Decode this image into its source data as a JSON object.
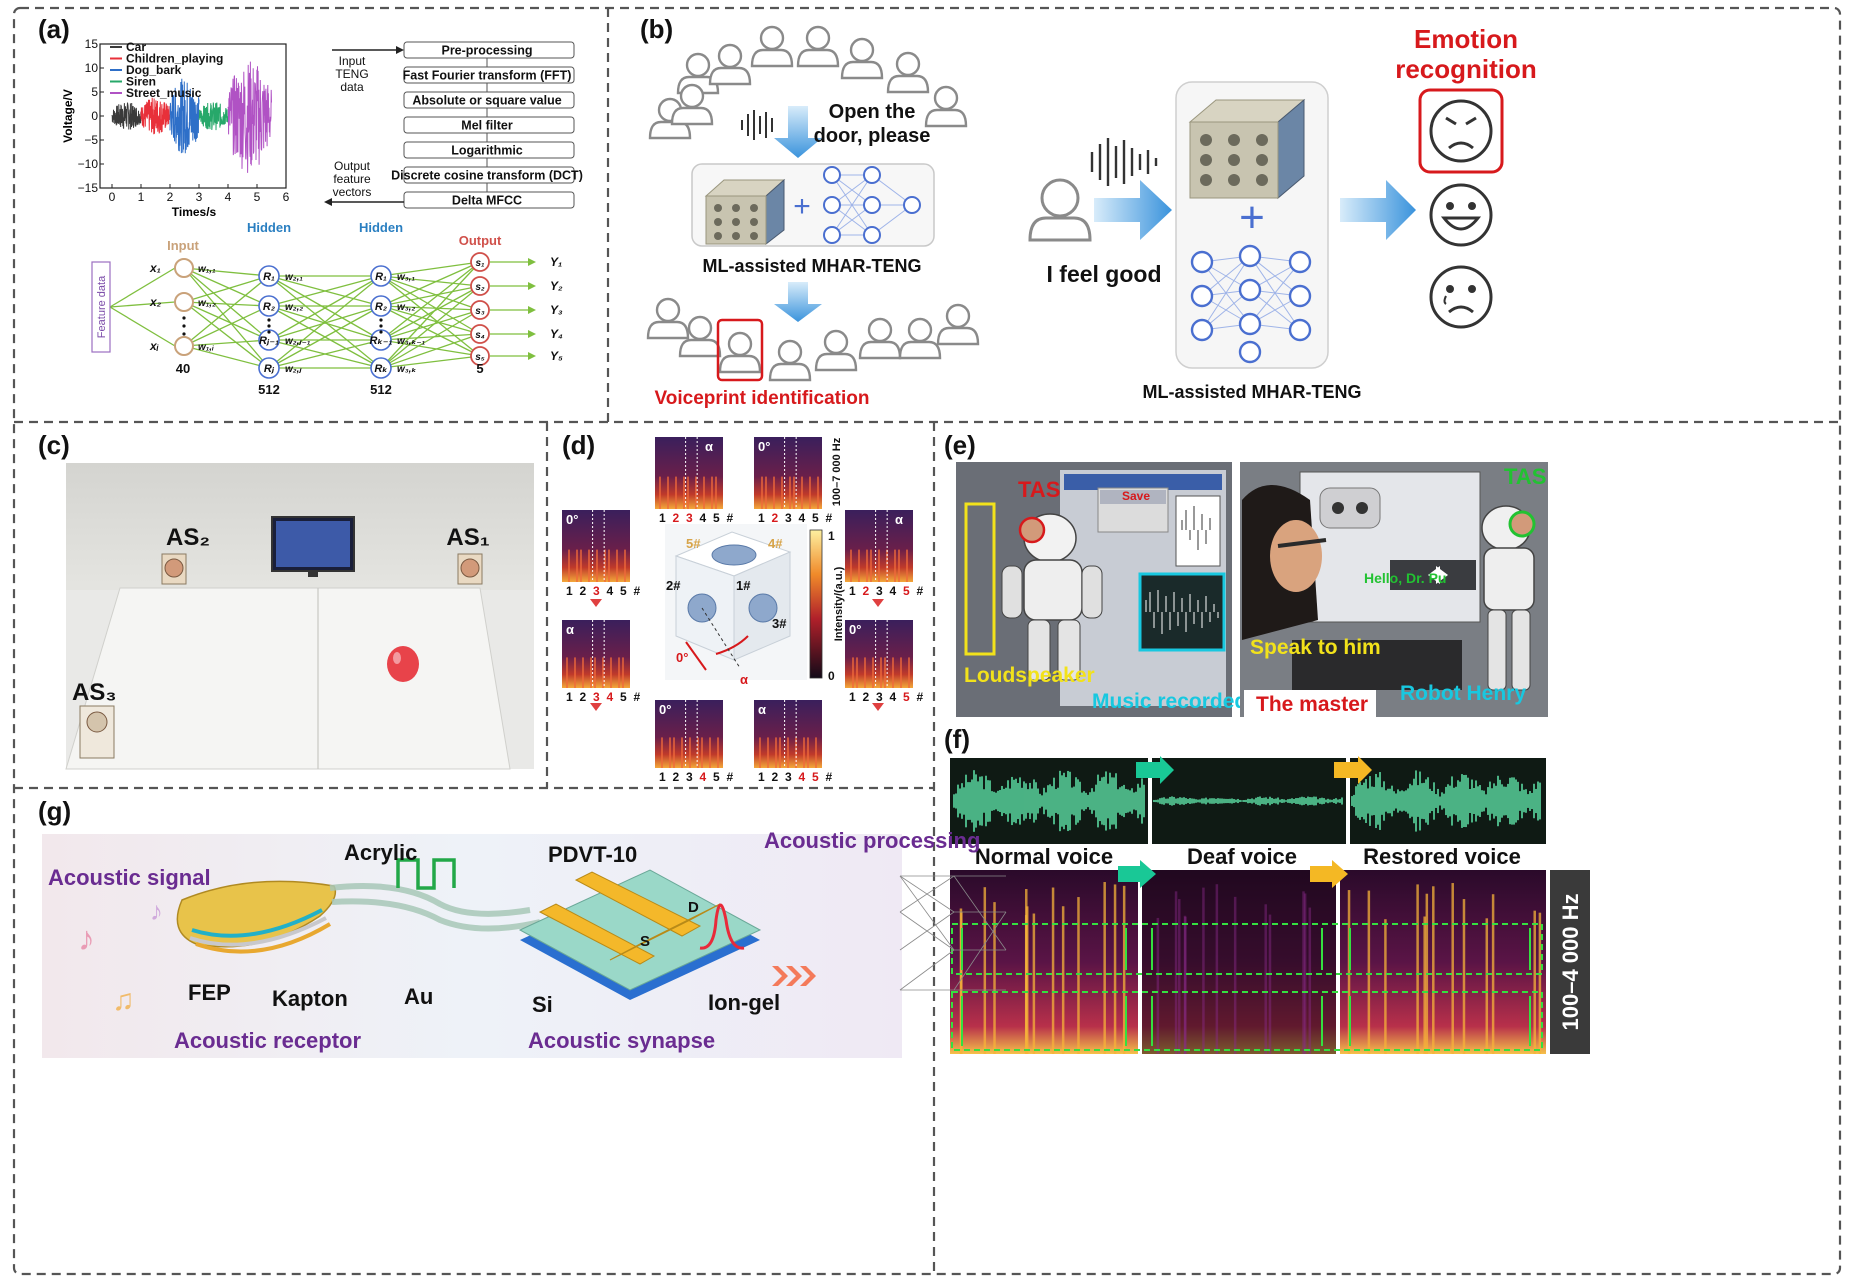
{
  "panels": {
    "a": "(a)",
    "b": "(b)",
    "c": "(c)",
    "d": "(d)",
    "e": "(e)",
    "f": "(f)",
    "g": "(g)"
  },
  "colors": {
    "panel_border": "#555555",
    "red_label": "#d7191c",
    "purple_label": "#6a2c91",
    "blue_header": "#2a7fc1",
    "nn_green": "#7fbf3f",
    "neuron_blue": "#4a6fd0",
    "cyan_label": "#18c8e0",
    "yellow_label": "#f2e21b",
    "green_label": "#22c232"
  },
  "panel_a": {
    "chart_data": {
      "type": "line",
      "x_ticks": [
        "0",
        "1",
        "2",
        "3",
        "4",
        "5",
        "6"
      ],
      "y_ticks": [
        "15",
        "10",
        "5",
        "0",
        "−5",
        "−10",
        "−15"
      ],
      "xlabel": "Times/s",
      "ylabel": "Voltage/V",
      "xlim": [
        0,
        6
      ],
      "ylim": [
        -15,
        15
      ],
      "legend_position": "top-left",
      "series": [
        {
          "name": "Car",
          "x_range": [
            0,
            1
          ],
          "amplitude": 3,
          "color": "#3a3a3a"
        },
        {
          "name": "Children_playing",
          "x_range": [
            1,
            2
          ],
          "amplitude": 4,
          "color": "#e8303a"
        },
        {
          "name": "Dog_bark",
          "x_range": [
            2,
            3
          ],
          "amplitude": 8,
          "color": "#2e6fc8"
        },
        {
          "name": "Siren",
          "x_range": [
            3,
            4
          ],
          "amplitude": 3,
          "color": "#27a86a"
        },
        {
          "name": "Street_music",
          "x_range": [
            4,
            5.5
          ],
          "amplitude": 12,
          "color": "#b052c4"
        }
      ]
    },
    "flow_steps": [
      "Pre-processing",
      "Fast Fourier transform (FFT)",
      "Absolute or square value",
      "Mel filter",
      "Logarithmic",
      "Discrete cosine transform (DCT)",
      "Delta MFCC"
    ],
    "input_note": [
      "Input",
      "TENG",
      "data"
    ],
    "output_note": [
      "Output",
      "feature",
      "vectors"
    ],
    "network": {
      "feature_label": "Feature data",
      "input_label": "Input",
      "hidden1_label": "Hidden",
      "hidden2_label": "Hidden",
      "output_label": "Output",
      "counts": [
        "40",
        "512",
        "512",
        "5"
      ],
      "inputs": [
        "x₁",
        "x₂",
        "xᵢ"
      ],
      "hidden1": [
        "R₁",
        "R₂",
        "Rⱼ₋₁",
        "Rⱼ"
      ],
      "hidden2": [
        "R₁",
        "R₂",
        "Rₖ₋₁",
        "Rₖ"
      ],
      "outputs": [
        "s₁",
        "s₂",
        "s₃",
        "s₄",
        "s₅"
      ],
      "ys": [
        "Y₁",
        "Y₂",
        "Y₃",
        "Y₄",
        "Y₅"
      ],
      "w_in": [
        "w₁,₁",
        "w₁,₂",
        "w₁,ᵢ"
      ],
      "w_h1": [
        "w₂,₁",
        "w₂,₂",
        "w₂,ⱼ₋₁",
        "w₂,ⱼ"
      ],
      "w_h2": [
        "w₃,₁",
        "w₃,₂",
        "w₃,ₖ₋₁",
        "w₃,ₖ"
      ]
    }
  },
  "panel_b": {
    "speech": [
      "Open the",
      "door, please"
    ],
    "device_label": "ML-assisted MHAR-TENG",
    "voiceprint": "Voiceprint identification",
    "feel": "I feel good",
    "emotion": [
      "Emotion",
      "recognition"
    ],
    "device_label_right": "ML-assisted MHAR-TENG"
  },
  "panel_c": {
    "as1": "AS₁",
    "as2": "AS₂",
    "as3": "AS₃"
  },
  "panel_d": {
    "freq": "100–7 000 Hz",
    "intensity": "Intensity/(a.u.)",
    "cb_max": "1",
    "cb_min": "0",
    "cube_labels": [
      "1#",
      "2#",
      "3#",
      "4#",
      "5#"
    ],
    "angle_zero": "0°",
    "angle_alpha": "α",
    "mic_labels": [
      "1",
      "2",
      "3",
      "4",
      "5",
      "#"
    ]
  },
  "panel_e": {
    "tas_left": "TAS",
    "tas_right": "TAS",
    "save": "Save",
    "loudspeaker": "Loudspeaker",
    "music": "Music recorded",
    "speak": "Speak to him",
    "hello": "Hello, Dr. Pu",
    "master": "The master",
    "robot": "Robot Henry"
  },
  "panel_f": {
    "normal": "Normal voice",
    "deaf": "Deaf voice",
    "restored": "Restored voice",
    "band": "100–4 000 Hz"
  },
  "panel_g": {
    "acoustic_signal": "Acoustic signal",
    "acrylic": "Acrylic",
    "pdvt": "PDVT-10",
    "processing": "Acoustic processing",
    "fep": "FEP",
    "kapton": "Kapton",
    "au": "Au",
    "si": "Si",
    "iongel": "Ion-gel",
    "s": "S",
    "d": "D",
    "receptor": "Acoustic receptor",
    "synapse": "Acoustic synapse"
  }
}
